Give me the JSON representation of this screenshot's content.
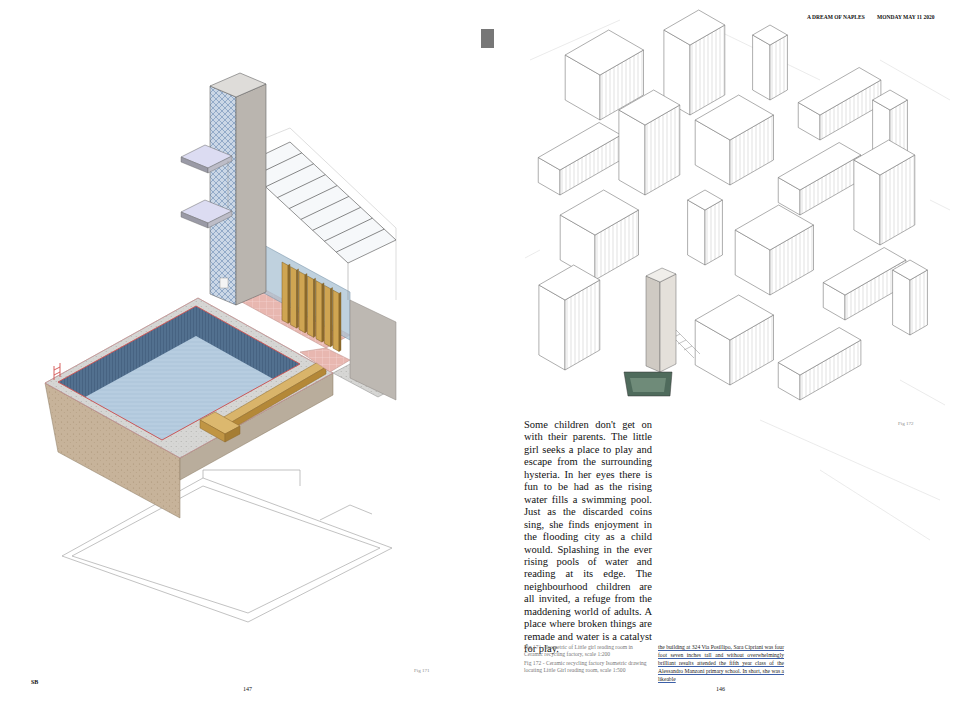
{
  "diagram": {
    "labels": [
      "A DREAM OF NAPLES",
      "MONDAY MAY 11 2020",
      "Fig 172",
      "Some children don't get on with their parents. The little girl seeks a place to play and escape from the surrounding hysteria. In her eyes there is fun to be had as the rising water fills a swimming pool. Just as the discarded coins sing, she finds enjoyment in the flooding city as a child would. Splashing in the ever rising pools of water and reading at its edge. The neighbourhood children are all invited, a refuge from the maddening world of adults. A place where broken things are remade and water is a catalyst for play.",
      "Fig 171",
      "Fig 171 - Isometric of Little girl reading room in Ceramic recycling factory, scale 1:200",
      "Fig 172 - Ceramic recycling factory Isometric drawing locating Little Girl reading room, scale 1:500",
      "the building at 324 Via Posillipo, Sara Cipriani was four foot seven inches tall and without overwhelmingly brilliant results attended the fifth year class of the Alessandro Manzoni primary school. In short, she was a likeable",
      "SB",
      "147",
      "146"
    ]
  }
}
